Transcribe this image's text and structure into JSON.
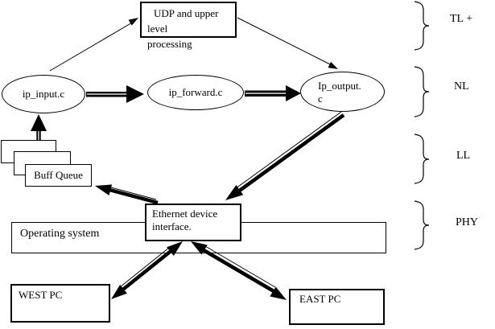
{
  "nodes": {
    "udp": {
      "line1": "UDP and upper",
      "line2": "level",
      "line3": "processing"
    },
    "ip_input": {
      "label": "ip_input.c"
    },
    "ip_forward": {
      "label": "ip_forward.c"
    },
    "ip_output": {
      "line1": "Ip_output.",
      "line2": "c"
    },
    "buff_queue": {
      "label": "Buff Queue"
    },
    "ethernet": {
      "line1": "Ethernet device",
      "line2": "interface."
    },
    "os": {
      "label": "Operating system"
    },
    "west_pc": {
      "label": "WEST PC"
    },
    "east_pc": {
      "label": "EAST PC"
    }
  },
  "layers": [
    {
      "label": "TL +"
    },
    {
      "label": "NL"
    },
    {
      "label": "LL"
    },
    {
      "label": "PHY"
    }
  ],
  "colors": {
    "ink": "#000000",
    "background": "#ffffff"
  }
}
